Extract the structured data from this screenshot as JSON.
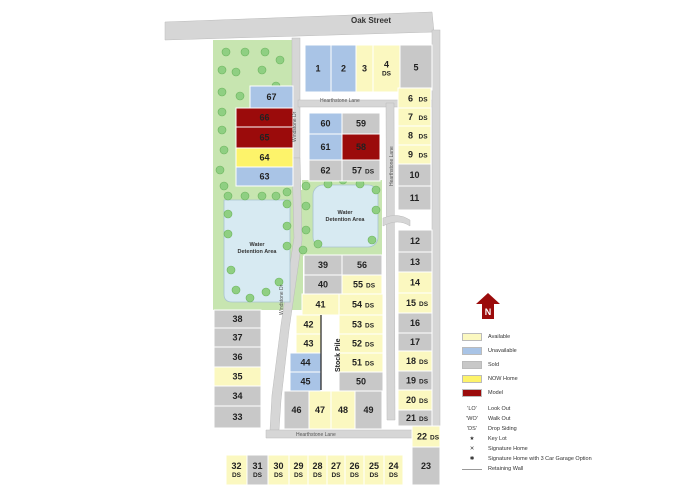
{
  "streets": {
    "oak": "Oak Street",
    "hearthstone_top": "Hearthstone Lane",
    "hearthstone_right": "Hearthstone Lane",
    "hearthstone_bottom": "Hearthstone Lane",
    "windstone_top": "Windstone Dr",
    "windstone_bottom": "Windstone Dr"
  },
  "water_areas": {
    "left": "Water\nDetention Area",
    "center": "Water\nDetention Area"
  },
  "stock_pile": "Stock Pile",
  "colors": {
    "available": "#fbf8c0",
    "unavailable": "#a9c4e6",
    "sold": "#c8c8c8",
    "now_home": "#fdf36a",
    "model": "#9b0b0b",
    "green": "#c7e5b0",
    "water": "#d7eaf2",
    "road": "#d6d6d6"
  },
  "lots": [
    {
      "num": "1",
      "ds": "",
      "status": "unavailable"
    },
    {
      "num": "2",
      "ds": "",
      "status": "unavailable"
    },
    {
      "num": "3",
      "ds": "",
      "status": "available"
    },
    {
      "num": "4",
      "ds": "DS",
      "status": "available"
    },
    {
      "num": "5",
      "ds": "",
      "status": "sold"
    },
    {
      "num": "6",
      "ds": "DS",
      "status": "available"
    },
    {
      "num": "7",
      "ds": "DS",
      "status": "available"
    },
    {
      "num": "8",
      "ds": "DS",
      "status": "available"
    },
    {
      "num": "9",
      "ds": "DS",
      "status": "available"
    },
    {
      "num": "10",
      "ds": "",
      "status": "sold"
    },
    {
      "num": "11",
      "ds": "",
      "status": "sold"
    },
    {
      "num": "12",
      "ds": "",
      "status": "sold"
    },
    {
      "num": "13",
      "ds": "",
      "status": "sold"
    },
    {
      "num": "14",
      "ds": "",
      "status": "available"
    },
    {
      "num": "15",
      "ds": "DS",
      "status": "available"
    },
    {
      "num": "16",
      "ds": "",
      "status": "sold"
    },
    {
      "num": "17",
      "ds": "",
      "status": "sold"
    },
    {
      "num": "18",
      "ds": "DS",
      "status": "available"
    },
    {
      "num": "19",
      "ds": "DS",
      "status": "sold"
    },
    {
      "num": "20",
      "ds": "DS",
      "status": "available"
    },
    {
      "num": "21",
      "ds": "DS",
      "status": "sold"
    },
    {
      "num": "22",
      "ds": "DS",
      "status": "available"
    },
    {
      "num": "23",
      "ds": "",
      "status": "sold"
    },
    {
      "num": "24",
      "ds": "DS",
      "status": "available"
    },
    {
      "num": "25",
      "ds": "DS",
      "status": "available"
    },
    {
      "num": "26",
      "ds": "DS",
      "status": "available"
    },
    {
      "num": "27",
      "ds": "DS",
      "status": "available"
    },
    {
      "num": "28",
      "ds": "DS",
      "status": "available"
    },
    {
      "num": "29",
      "ds": "DS",
      "status": "available"
    },
    {
      "num": "30",
      "ds": "DS",
      "status": "available"
    },
    {
      "num": "31",
      "ds": "DS",
      "status": "sold"
    },
    {
      "num": "32",
      "ds": "DS",
      "status": "available"
    },
    {
      "num": "33",
      "ds": "",
      "status": "sold"
    },
    {
      "num": "34",
      "ds": "",
      "status": "sold"
    },
    {
      "num": "35",
      "ds": "",
      "status": "available"
    },
    {
      "num": "36",
      "ds": "",
      "status": "sold"
    },
    {
      "num": "37",
      "ds": "",
      "status": "sold"
    },
    {
      "num": "38",
      "ds": "",
      "status": "sold"
    },
    {
      "num": "39",
      "ds": "",
      "status": "sold"
    },
    {
      "num": "40",
      "ds": "",
      "status": "sold"
    },
    {
      "num": "41",
      "ds": "",
      "status": "available"
    },
    {
      "num": "42",
      "ds": "",
      "status": "available"
    },
    {
      "num": "43",
      "ds": "",
      "status": "available"
    },
    {
      "num": "44",
      "ds": "",
      "status": "unavailable"
    },
    {
      "num": "45",
      "ds": "",
      "status": "unavailable"
    },
    {
      "num": "46",
      "ds": "",
      "status": "sold"
    },
    {
      "num": "47",
      "ds": "",
      "status": "available"
    },
    {
      "num": "48",
      "ds": "",
      "status": "available"
    },
    {
      "num": "49",
      "ds": "",
      "status": "sold"
    },
    {
      "num": "50",
      "ds": "",
      "status": "sold"
    },
    {
      "num": "51",
      "ds": "DS",
      "status": "available"
    },
    {
      "num": "52",
      "ds": "DS",
      "status": "available"
    },
    {
      "num": "53",
      "ds": "DS",
      "status": "available"
    },
    {
      "num": "54",
      "ds": "DS",
      "status": "available"
    },
    {
      "num": "55",
      "ds": "DS",
      "status": "available"
    },
    {
      "num": "56",
      "ds": "",
      "status": "sold"
    },
    {
      "num": "57",
      "ds": "DS",
      "status": "sold"
    },
    {
      "num": "58",
      "ds": "",
      "status": "model"
    },
    {
      "num": "59",
      "ds": "",
      "status": "sold"
    },
    {
      "num": "60",
      "ds": "",
      "status": "unavailable"
    },
    {
      "num": "61",
      "ds": "",
      "status": "unavailable"
    },
    {
      "num": "62",
      "ds": "",
      "status": "sold"
    },
    {
      "num": "63",
      "ds": "",
      "status": "unavailable"
    },
    {
      "num": "64",
      "ds": "",
      "status": "now_home"
    },
    {
      "num": "65",
      "ds": "",
      "status": "model"
    },
    {
      "num": "66",
      "ds": "",
      "status": "model"
    },
    {
      "num": "67",
      "ds": "",
      "status": "unavailable"
    }
  ],
  "legend": {
    "status": [
      {
        "key": "available",
        "label": "Available"
      },
      {
        "key": "unavailable",
        "label": "Unavailable"
      },
      {
        "key": "sold",
        "label": "Sold"
      },
      {
        "key": "now_home",
        "label": "NOW Home"
      },
      {
        "key": "model",
        "label": "Model"
      }
    ],
    "codes": [
      {
        "code": "'LO'",
        "label": "Look Out"
      },
      {
        "code": "'WO'",
        "label": "Walk Out"
      },
      {
        "code": "'DS'",
        "label": "Drop Siding"
      },
      {
        "code": "★",
        "label": "Key Lot"
      },
      {
        "code": "✕",
        "label": "Signature Home"
      },
      {
        "code": "✱",
        "label": "Signature Home with 3 Car Garage Option"
      }
    ],
    "retaining_wall": "Retaining Wall"
  },
  "north": "N"
}
